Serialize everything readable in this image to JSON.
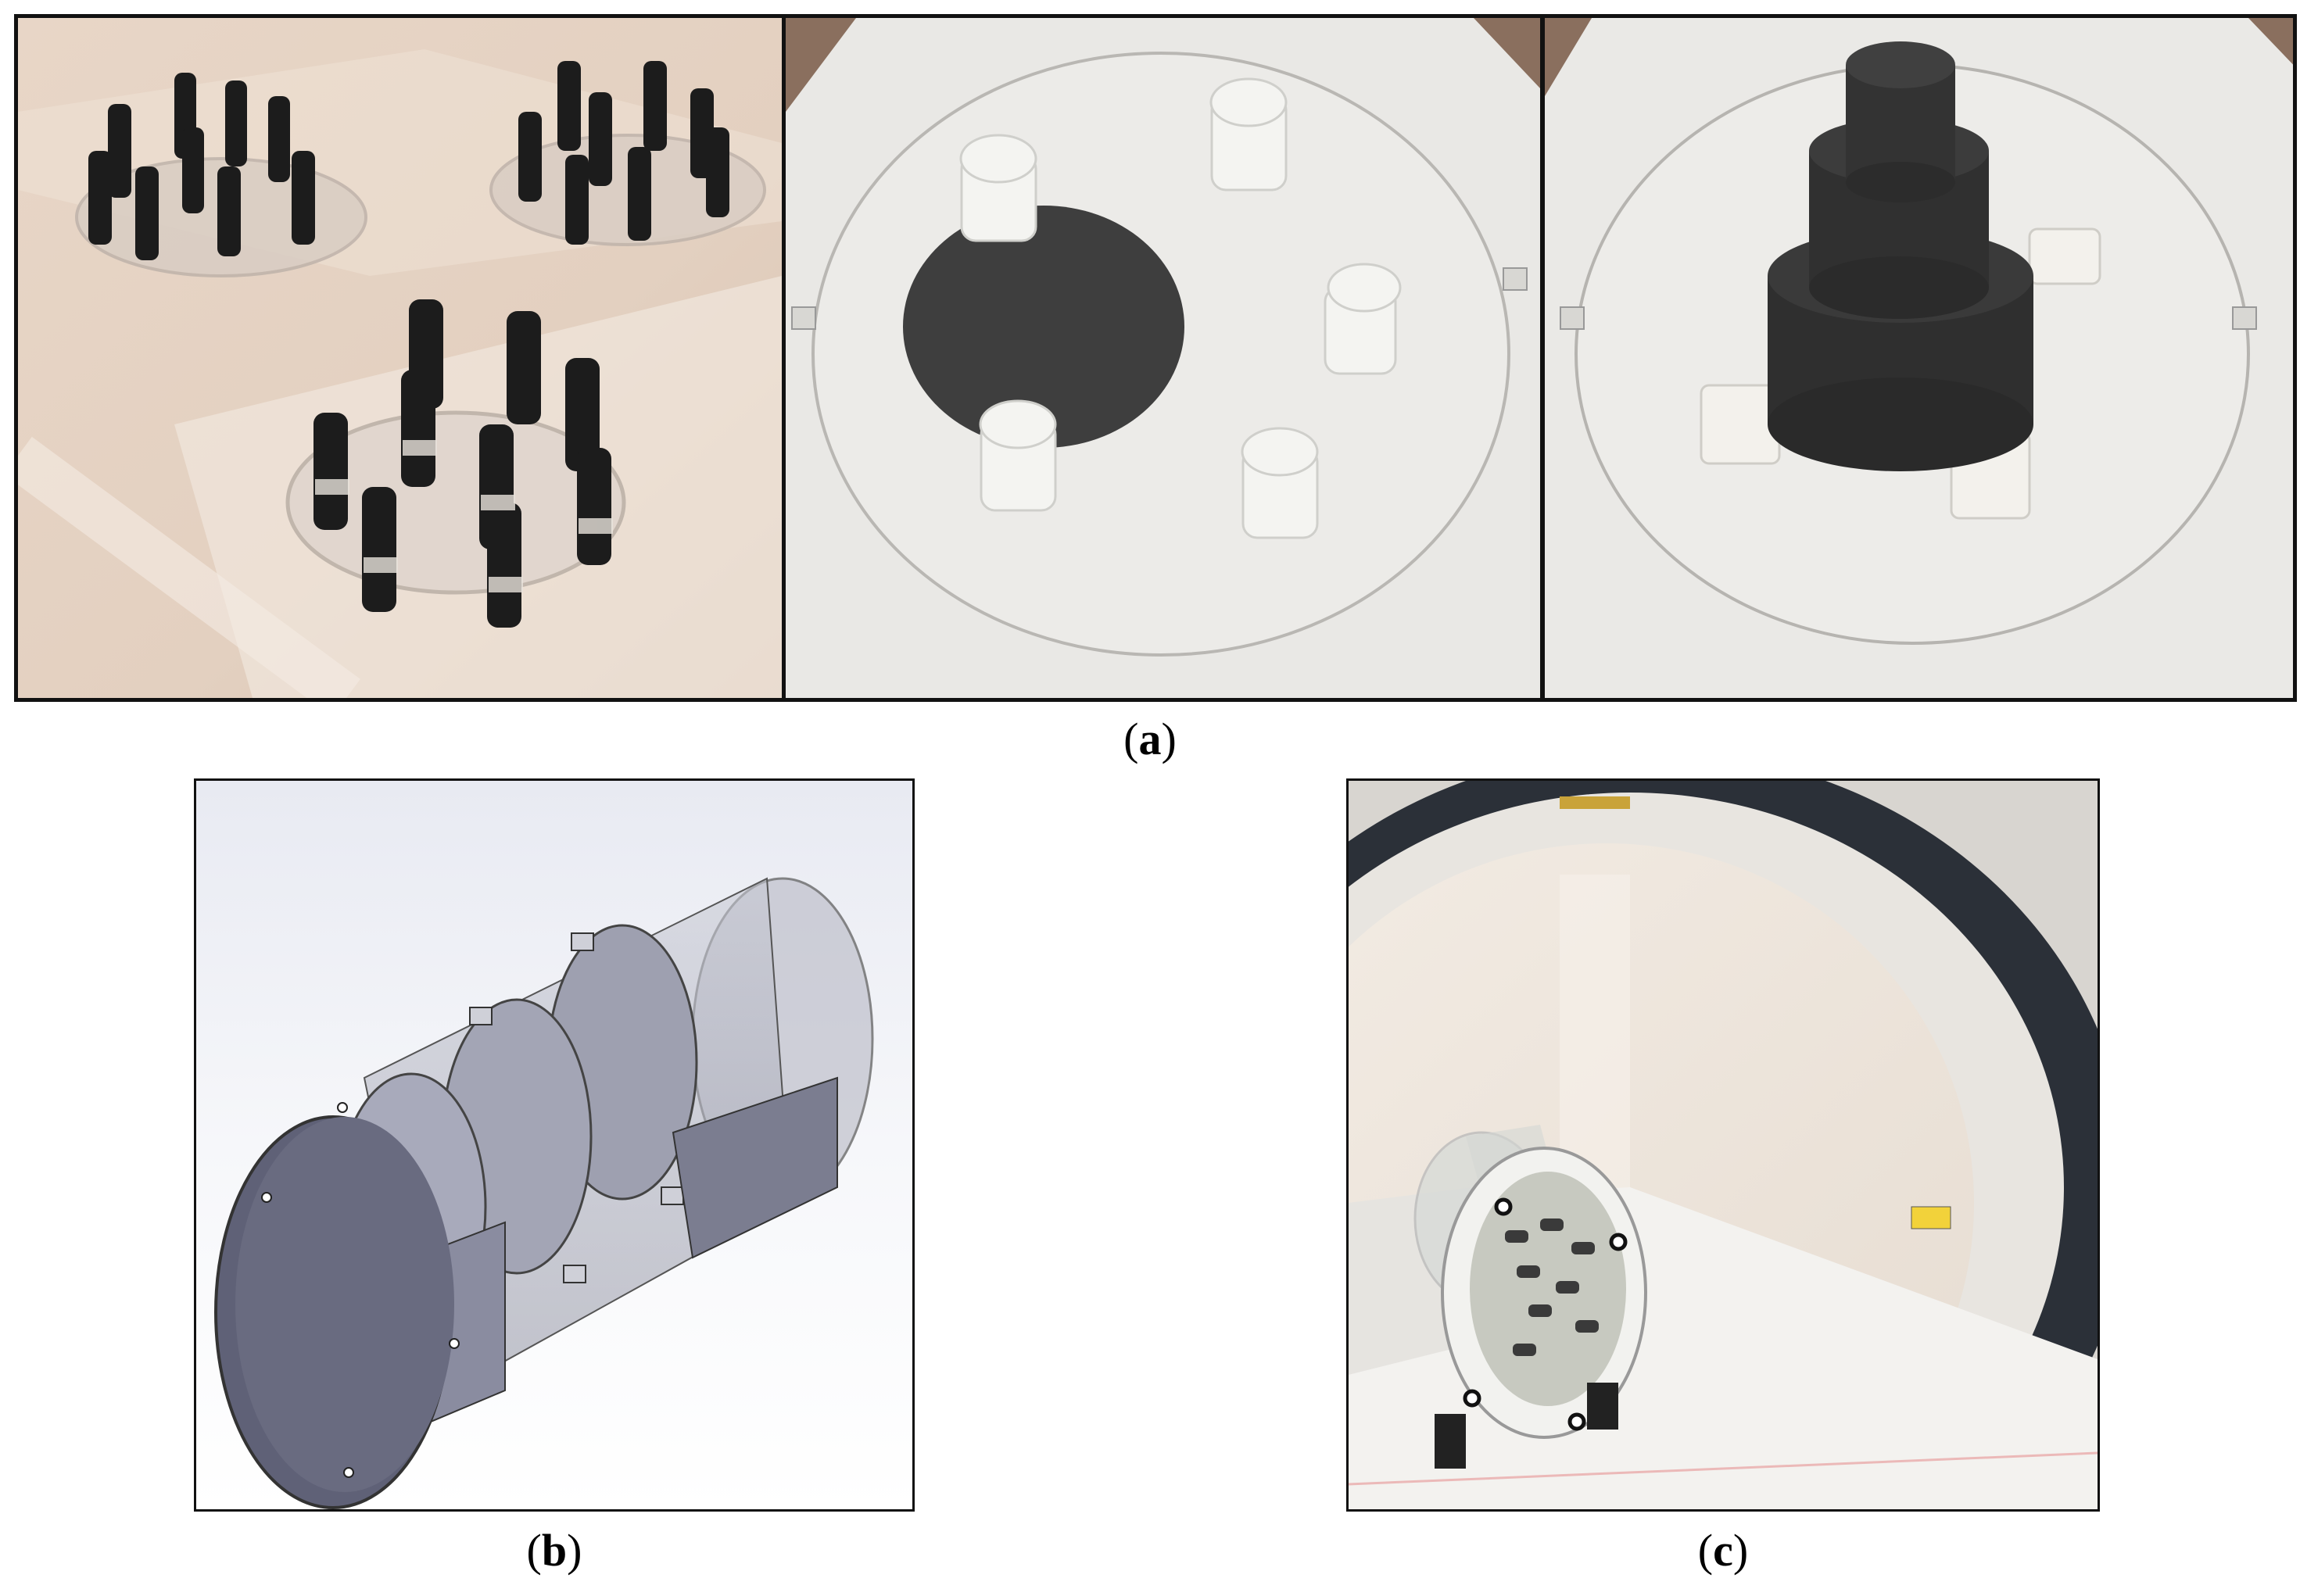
{
  "figure": {
    "panel_a": {
      "caption_open": "(",
      "caption_letter": "a",
      "caption_close": ")",
      "photos": [
        {
          "name": "three-plates-with-dark-vials"
        },
        {
          "name": "plate-with-white-cylinders-and-dark-disc"
        },
        {
          "name": "plate-with-stacked-dark-cylinders"
        }
      ]
    },
    "panel_b": {
      "caption_open": "(",
      "caption_letter": "b",
      "caption_close": ")",
      "content": "cad-rendering-cylindrical-phantom-holder"
    },
    "panel_c": {
      "caption_open": "(",
      "caption_letter": "c",
      "caption_close": ")",
      "content": "phantom-inside-scanner-bore"
    }
  }
}
